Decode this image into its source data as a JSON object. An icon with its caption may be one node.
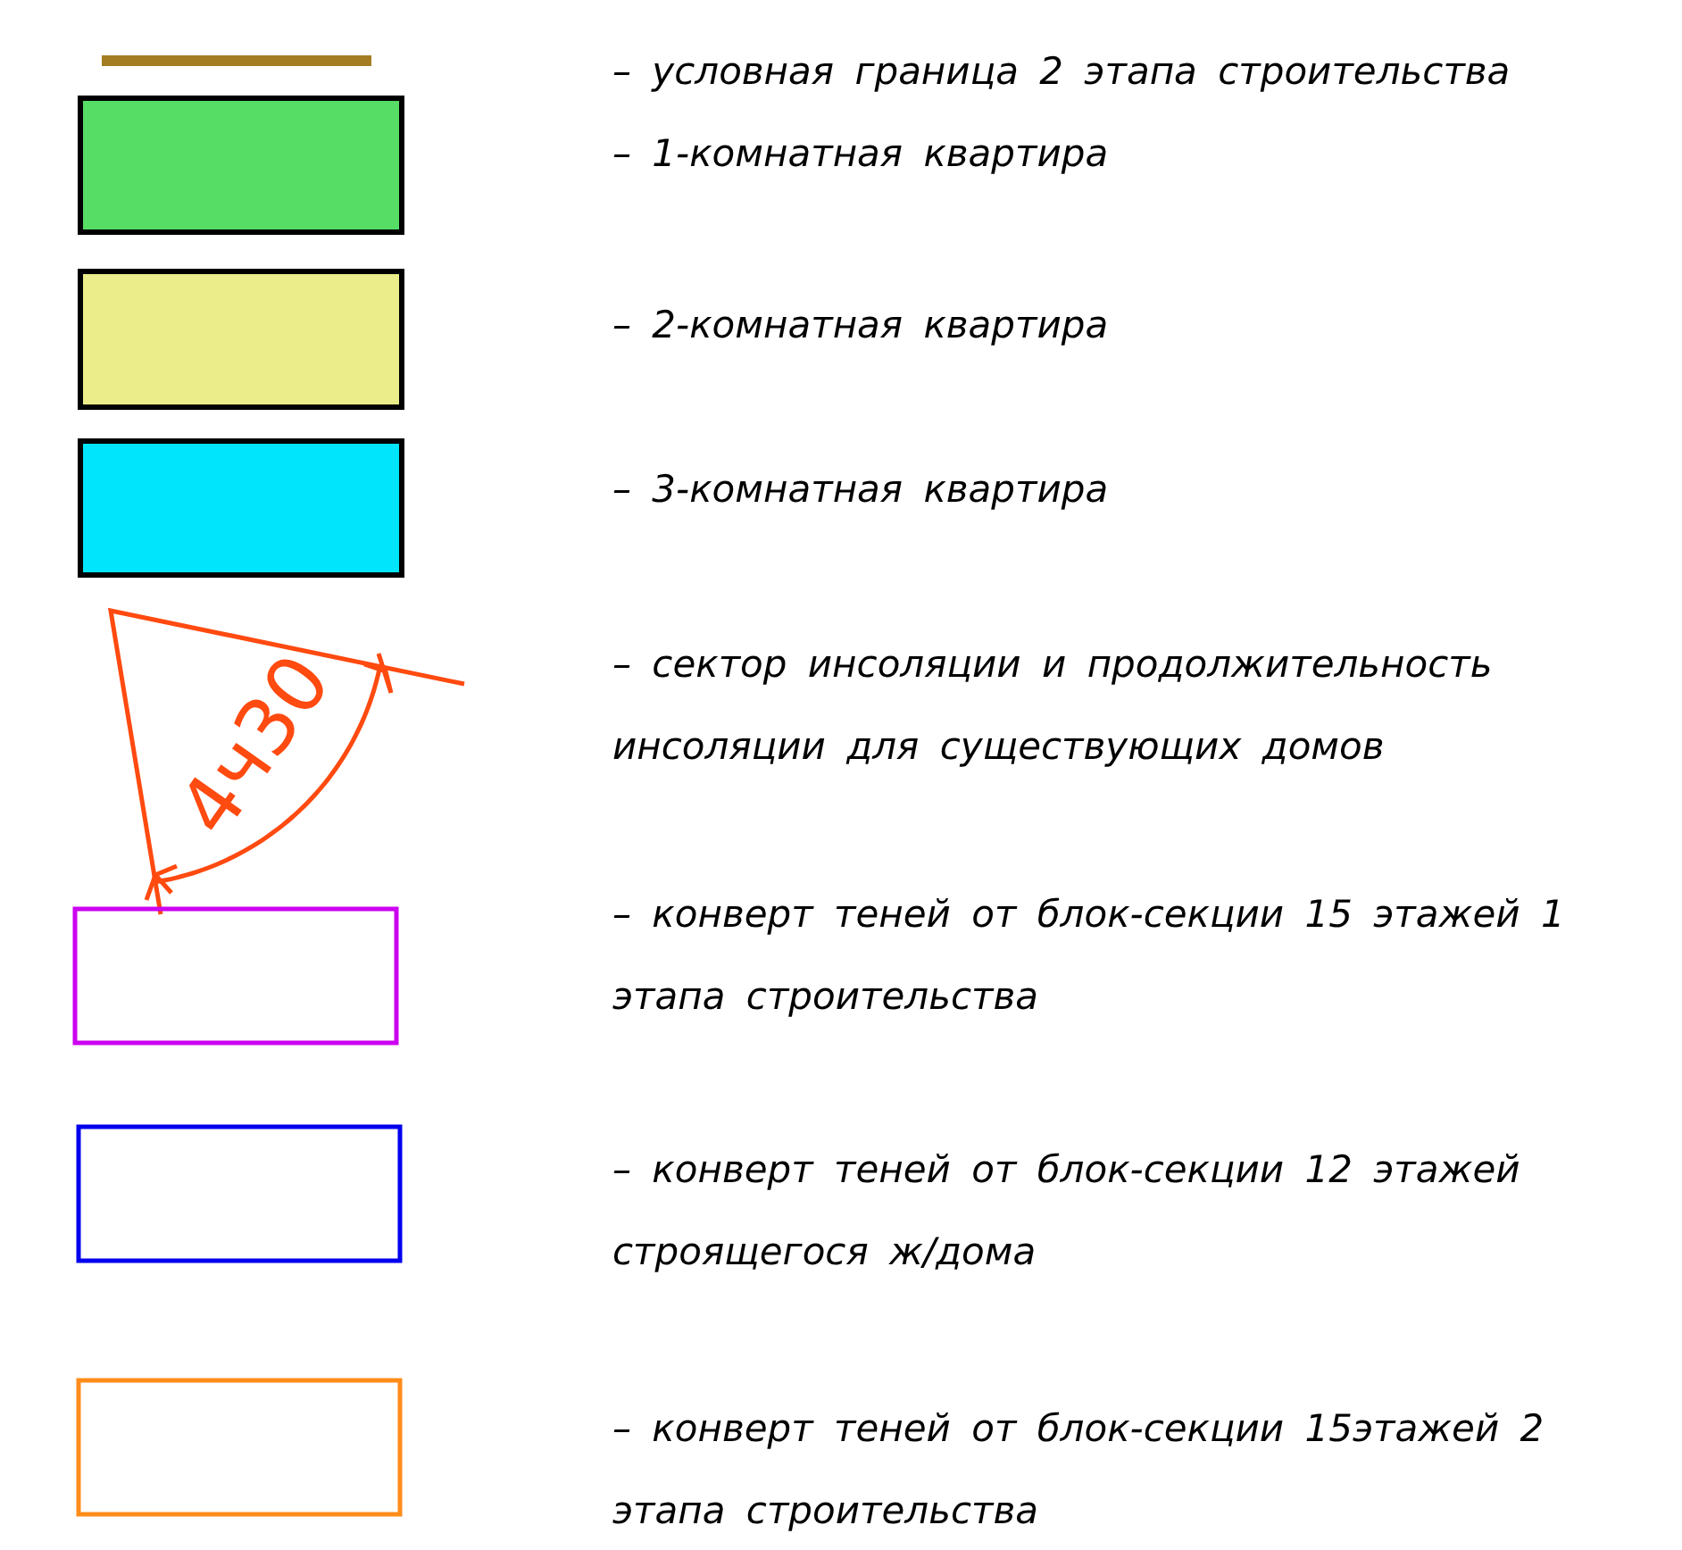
{
  "diagram": {
    "labels": [
      "4ч30"
    ],
    "legend": [
      {
        "text": "– условная граница 2 этапа строительства"
      },
      {
        "text": "– 1-комнатная квартира",
        "color": "#55dd66"
      },
      {
        "text": "– 2-комнатная квартира",
        "color": "#ebed8a"
      },
      {
        "text": "– 3-комнатная квартира",
        "color": "#00e5fb"
      },
      {
        "text": "– сектор инсоляции и продолжительность инсоляции для существующих домов"
      },
      {
        "text": "– конверт теней от блок-секции 15 этажей 1 этапа строительства"
      },
      {
        "text": "– конверт теней от блок-секции 12 этажей строящегося ж/дома"
      },
      {
        "text": "– конверт теней от блок-секции 15этажей 2 этапа строительства"
      }
    ]
  }
}
